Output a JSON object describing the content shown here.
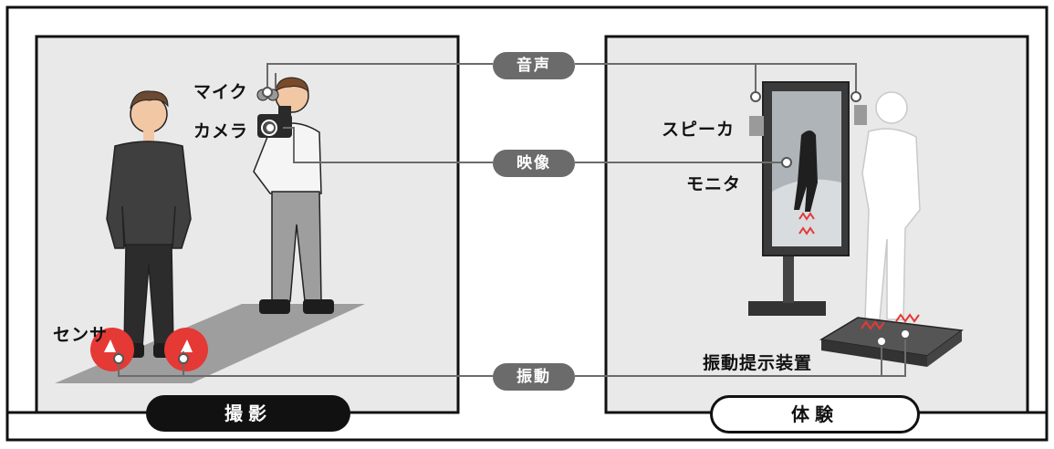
{
  "panels": {
    "left": {
      "caption": "撮影",
      "labels": {
        "mic": "マイク",
        "camera": "カメラ",
        "sensor": "センサ"
      }
    },
    "right": {
      "caption": "体験",
      "labels": {
        "speaker": "スピーカ",
        "monitor": "モニタ",
        "haptic": "振動提示装置"
      }
    }
  },
  "connections": [
    {
      "key": "audio",
      "label": "音声"
    },
    {
      "key": "video",
      "label": "映像"
    },
    {
      "key": "vibration",
      "label": "振動"
    }
  ],
  "colors": {
    "panel_bg": "#e9e9e9",
    "frame": "#111111",
    "pill": "#6b6b6b",
    "sensor": "#e53935",
    "vibration_mark": "#e53935"
  }
}
